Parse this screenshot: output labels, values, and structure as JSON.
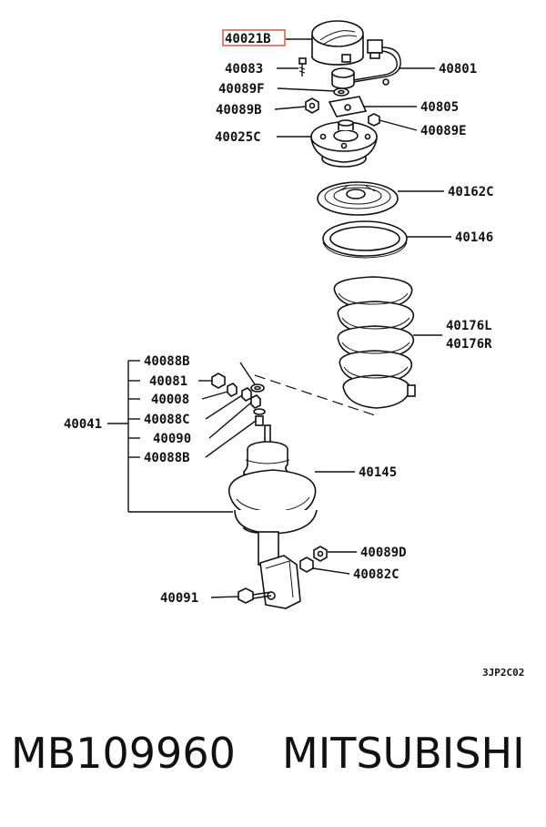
{
  "callouts": {
    "c40021B": "40021B",
    "c40083": "40083",
    "c40801": "40801",
    "c40089F": "40089F",
    "c40805": "40805",
    "c40089B": "40089B",
    "c40089E": "40089E",
    "c40025C": "40025C",
    "c40162C": "40162C",
    "c40146": "40146",
    "c40176L": "40176L",
    "c40176R": "40176R",
    "c40088B_a": "40088B",
    "c40081": "40081",
    "c40008": "40008",
    "c40041": "40041",
    "c40088C": "40088C",
    "c40090": "40090",
    "c40088B_b": "40088B",
    "c40145": "40145",
    "c40089D": "40089D",
    "c40082C": "40082C",
    "c40091": "40091"
  },
  "diagram_code": "3JP2C02",
  "caption": {
    "part_number": "MB109960",
    "brand": "MITSUBISHI"
  },
  "highlight_color": "#d9473f"
}
